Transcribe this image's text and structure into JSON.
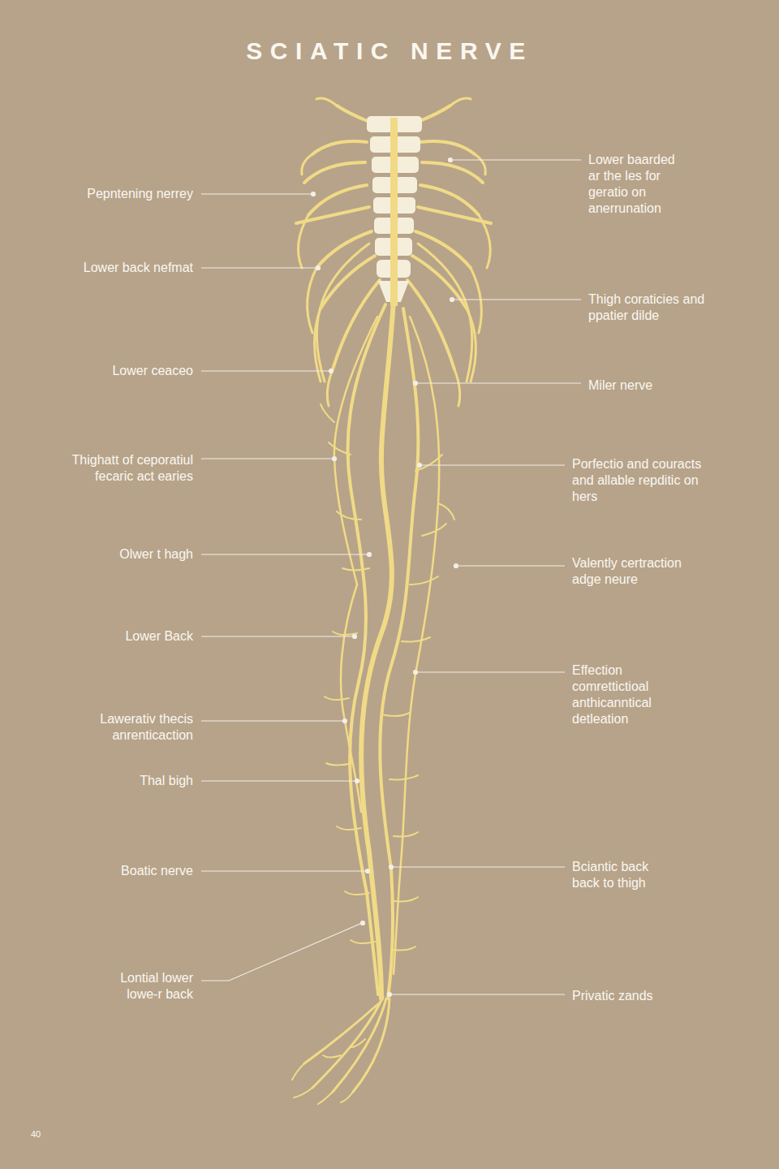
{
  "diagram": {
    "title": "SCIATIC NERVE",
    "labels": [
      "Pepntening nerrey",
      "Lower back nefmat",
      "Lower ceaceo",
      "Thighatt of ceporatiul fecaric act earies",
      "Olwer t hagh",
      "Lower Back",
      "Lawerativ thecis anrenticaction",
      "Thal bigh",
      "Boatic nerve",
      "Lontial lower lowe-r back",
      "Lower baarded ar the les for geratio on anerrunation",
      "Thigh coraticies and ppatier dilde",
      "Miler nerve",
      "Porfectio and couracts and allable repditic on hers",
      "Valently certraction adge neure",
      "Effection comrettictioal anthicanntical detleation",
      "Bciantic back back to thigh",
      "Privatic zands",
      "40"
    ]
  }
}
